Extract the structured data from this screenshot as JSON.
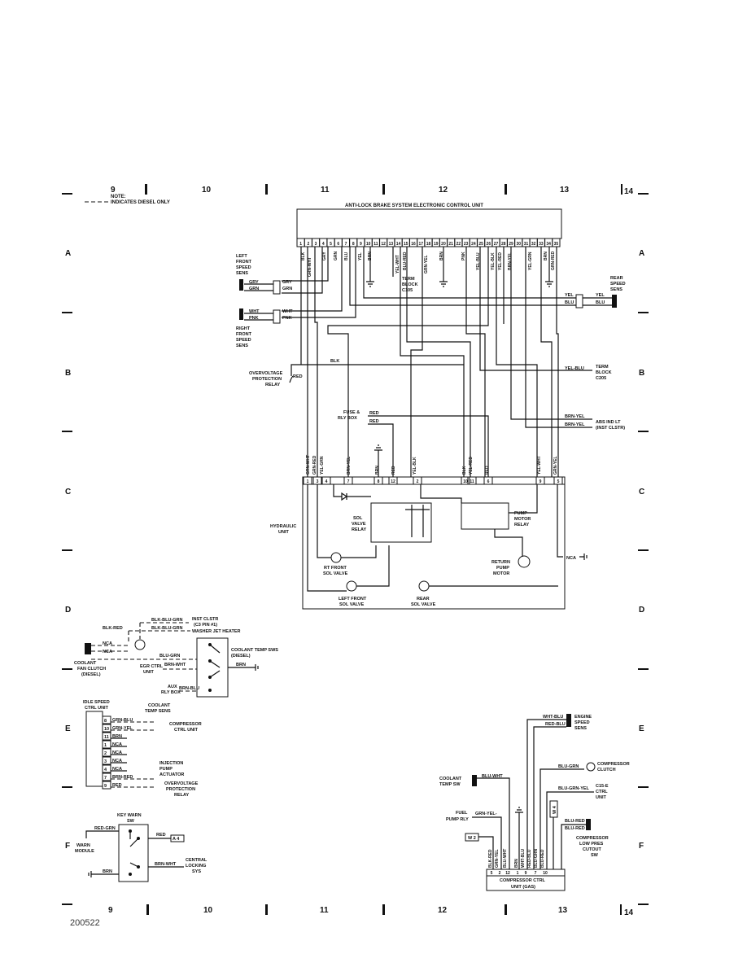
{
  "grid": {
    "top_numbers": [
      "9",
      "10",
      "11",
      "12",
      "13",
      "14"
    ],
    "bottom_numbers": [
      "9",
      "10",
      "11",
      "12",
      "13",
      "14"
    ],
    "rows_left": [
      "A",
      "B",
      "C",
      "D",
      "E",
      "F"
    ],
    "rows_right": [
      "A",
      "B",
      "C",
      "D",
      "E",
      "F"
    ]
  },
  "note": {
    "line1": "NOTE:",
    "line2": "INDICATES DIESEL ONLY"
  },
  "ecu": {
    "title": "ANTI-LOCK BRAKE SYSTEM ELECTRONIC CONTROL UNIT",
    "pins": [
      "1",
      "2",
      "3",
      "4",
      "5",
      "6",
      "7",
      "8",
      "9",
      "10",
      "11",
      "12",
      "13",
      "14",
      "15",
      "16",
      "17",
      "18",
      "19",
      "20",
      "21",
      "22",
      "23",
      "24",
      "25",
      "26",
      "27",
      "28",
      "29",
      "30",
      "31",
      "32",
      "33",
      "34",
      "35"
    ],
    "wires": [
      "BLK",
      "GRN-WHT",
      "GRY",
      "GRN",
      "BLU",
      "YEL",
      "BRN",
      "YEL-WHT",
      "BLU-RED",
      "GRN-YEL",
      "BRN",
      "PNK",
      "YEL-BLU",
      "YEL-BLK",
      "YEL-RED",
      "BRN-YEL",
      "YEL-GRN",
      "BRN",
      "GRN-RED"
    ]
  },
  "sensors": {
    "left_front": {
      "l1": "LEFT",
      "l2": "FRONT",
      "l3": "SPEED",
      "l4": "SENS",
      "w1": "GRY",
      "w2": "GRN"
    },
    "right_front": {
      "l1": "RIGHT",
      "l2": "FRONT",
      "l3": "SPEED",
      "l4": "SENS",
      "w1": "WHT",
      "w2": "PNK"
    },
    "rear": {
      "l1": "REAR",
      "l2": "SPEED",
      "l3": "SENS",
      "w1": "YEL",
      "w2": "BLU"
    }
  },
  "labels": {
    "term_block_c105": [
      "TERM",
      "BLOCK",
      "C105"
    ],
    "term_block_c205": [
      "TERM",
      "BLOCK",
      "C205"
    ],
    "abs_ind": [
      "ABS IND LT",
      "(INST CLSTR)"
    ],
    "overvoltage": [
      "OVERVOLTAGE",
      "PROTECTION",
      "RELAY"
    ],
    "fuse_box": [
      "FUSE &",
      "RLY BOX"
    ],
    "hydraulic": [
      "HYDRAULIC",
      "UNIT"
    ],
    "sol_valve_relay": [
      "SOL",
      "VALVE",
      "RELAY"
    ],
    "pump_motor_relay": [
      "PUMP",
      "MOTOR",
      "RELAY"
    ],
    "rt_front": [
      "RT FRONT",
      "SOL VALVE"
    ],
    "left_front_sol": [
      "LEFT FRONT",
      "SOL VALVE"
    ],
    "rear_sol": [
      "REAR",
      "SOL VALVE"
    ],
    "return_pump": [
      "RETURN",
      "PUMP",
      "MOTOR"
    ],
    "nca": "NCA",
    "blk": "BLK",
    "red": "RED",
    "yel_blu": "YEL-BLU",
    "brn_yel": "BRN-YEL",
    "brn_yel2": "BRN-YEL"
  },
  "hyd_wires": [
    "GRN-WHT",
    "GRN-RED",
    "YEL-GRN",
    "BRN-YEL",
    "BRN",
    "RED",
    "YEL-BLK",
    "BLK",
    "YEL-RED",
    "RED",
    "YEL-WHT",
    "GRN-YEL"
  ],
  "hyd_pins": [
    "1",
    "3",
    "4",
    "7",
    "8",
    "12",
    "2",
    "10",
    "11",
    "6",
    "9",
    "5"
  ],
  "diesel": {
    "blk_red": "BLK-RED",
    "blk_blu_grn1": "BLK-BLU-GRN",
    "blk_blu_grn2": "BLK-BLU-GRN",
    "inst_clstr": "INST CLSTR",
    "c3_pin": "(C3 PIN #1)",
    "washer": "WASHER JET HEATER",
    "nca1": "NCA",
    "nca2": "NCA",
    "blu_grn": "BLU-GRN",
    "coolant_fan": [
      "COOLANT",
      "FAN CLUTCH",
      "(DIESEL)"
    ],
    "egr": [
      "EGR CTRL",
      "UNIT"
    ],
    "brn_wht": "BRN-WHT",
    "coolant_temp_sws": [
      "COOLANT TEMP SWS",
      "(DIESEL)"
    ],
    "brn": "BRN",
    "aux_rly": [
      "AUX",
      "RLY BOX"
    ],
    "brn_blu": "BRN-BLU"
  },
  "idle": {
    "title": [
      "IDLE SPEED",
      "CTRL UNIT"
    ],
    "coolant_temp_sens": [
      "COOLANT",
      "TEMP SENS"
    ],
    "pins": [
      "8",
      "10",
      "11",
      "1",
      "2",
      "3",
      "4",
      "7",
      "9"
    ],
    "wires": [
      "GRN-BLU",
      "GRN-YEL",
      "BRN",
      "NCA",
      "NCA",
      "NCA",
      "NCA",
      "BRN-RED",
      "RED"
    ],
    "compressor": [
      "COMPRESSOR",
      "CTRL UNIT"
    ],
    "injection": [
      "INJECTION",
      "PUMP",
      "ACTUATOR"
    ],
    "overvolt": [
      "OVERVOLTAGE",
      "PROTECTION",
      "RELAY"
    ]
  },
  "keywarn": {
    "title": [
      "KEY WARN",
      "SW"
    ],
    "red_grn": "RED-GRN",
    "red": "RED",
    "a4": "A 4",
    "warn": [
      "WARN",
      "MODULE"
    ],
    "brn": "BRN",
    "brn_wht": "BRN-WHT",
    "central": [
      "CENTRAL",
      "LOCKING",
      "SYS"
    ]
  },
  "comp": {
    "wht_blu": "WHT-BLU",
    "red_blu": "RED-BLU",
    "engine": [
      "ENGINE",
      "SPEED",
      "SENS"
    ],
    "blu_grn": "BLU-GRN",
    "comp_clutch": [
      "COMPRESSOR",
      "CLUTCH"
    ],
    "blu_wht": "BLU-WHT",
    "coolant": [
      "COOLANT",
      "TEMP SW"
    ],
    "blu_grn_yel": "BLU-GRN-YEL",
    "c15": [
      "C15-E",
      "CTRL",
      "UNIT"
    ],
    "grn_yel": "GRN-YEL-",
    "fuel": [
      "FUEL",
      "PUMP RLY"
    ],
    "w2": "W 2",
    "w4": "W 4",
    "blu_red1": "BLU-RED",
    "blu_red2": "BLU-RED",
    "low_pres": [
      "COMPRESSOR",
      "LOW PRES",
      "CUTOUT",
      "SW"
    ],
    "wires": [
      "BLK-RED",
      "GRN-YEL",
      "BLU-WHT",
      "BRN",
      "WHT-BLU",
      "RED-BLU",
      "BLU-GRN",
      "BLU-RED"
    ],
    "pins": [
      "5",
      "2",
      "12",
      "1",
      "9",
      "7",
      "10"
    ],
    "title": [
      "COMPRESSOR CTRL",
      "UNIT (GAS)"
    ]
  },
  "footer_code": "200522"
}
